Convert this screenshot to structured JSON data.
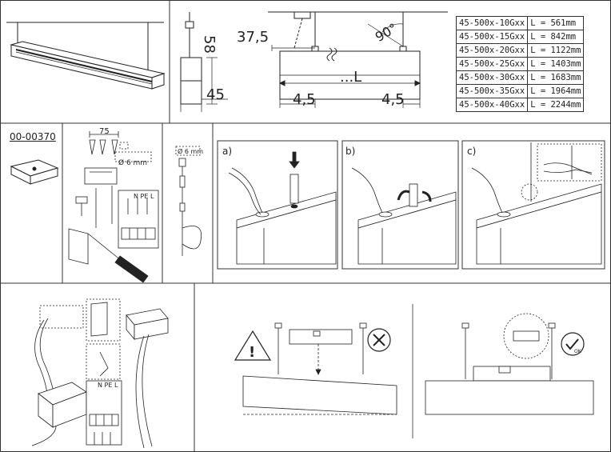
{
  "dimensions": {
    "height_58": "58",
    "width_45": "45",
    "offset_37_5": "37,5",
    "angle_90": "90°",
    "length_L": "...L",
    "end_4_5_left": "4,5",
    "end_4_5_right": "4,5"
  },
  "spec_table": [
    {
      "model": "45-500x-10Gxx",
      "length": "L = 561mm"
    },
    {
      "model": "45-500x-15Gxx",
      "length": "L = 842mm"
    },
    {
      "model": "45-500x-20Gxx",
      "length": "L = 1122mm"
    },
    {
      "model": "45-500x-25Gxx",
      "length": "L = 1403mm"
    },
    {
      "model": "45-500x-30Gxx",
      "length": "L = 1683mm"
    },
    {
      "model": "45-500x-35Gxx",
      "length": "L = 1964mm"
    },
    {
      "model": "45-500x-40Gxx",
      "length": "L = 2244mm"
    }
  ],
  "canopy_code": "00-00370",
  "mount": {
    "spacing_75": "75",
    "hole_diameter": "Ø 6 mm",
    "cable_diameter": "Ø 6 mm",
    "terminal_labels": "N PE L"
  },
  "steps": {
    "a": "a)",
    "b": "b)",
    "c": "c)"
  },
  "wiring": {
    "terminal_labels": "N PE L"
  },
  "icons": {
    "warning": "warning-triangle-icon",
    "wrong": "x-circle-icon",
    "correct": "ok-check-icon"
  },
  "ok_text": "OK",
  "warning_text": "!"
}
